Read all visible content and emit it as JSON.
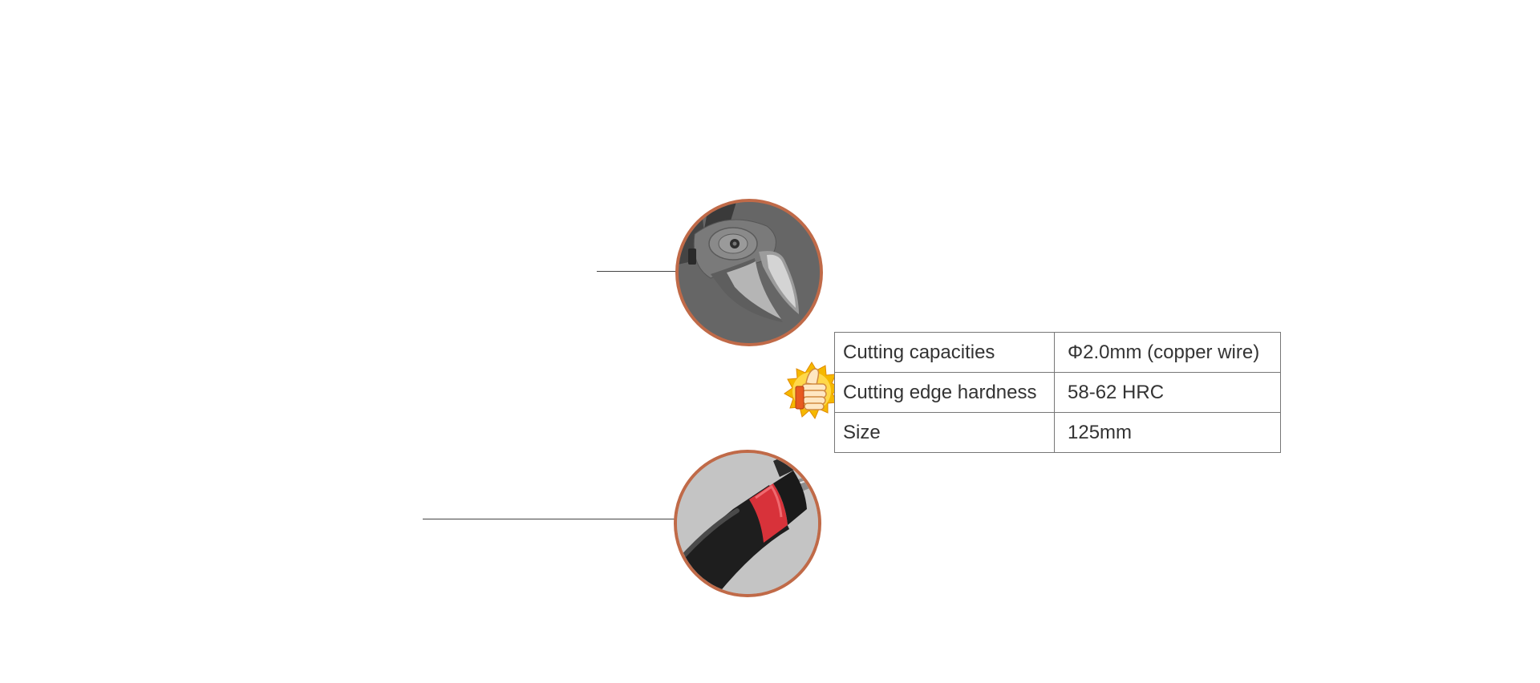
{
  "specs": {
    "rows": [
      {
        "label": "Cutting capacities",
        "value": "Φ2.0mm (copper wire)"
      },
      {
        "label": "Cutting edge hardness",
        "value": "58-62 HRC"
      },
      {
        "label": "Size",
        "value": "125mm"
      }
    ]
  },
  "images": {
    "top_circle": "plier-jaw-closeup",
    "bottom_circle": "plier-handle-closeup",
    "badge": "thumbs-up-icon"
  },
  "colors": {
    "circle_border": "#c06a48",
    "table_border": "#777777",
    "text": "#333333",
    "handle_red": "#d8323a",
    "handle_black": "#1e1e1e",
    "badge_gold": "#f5b800"
  }
}
